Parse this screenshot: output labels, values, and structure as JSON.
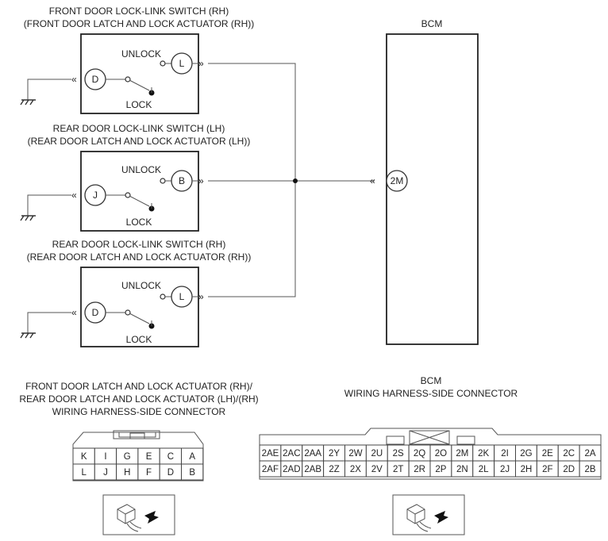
{
  "modules": [
    {
      "title1": "FRONT DOOR LOCK-LINK SWITCH (RH)",
      "title2": "(FRONT DOOR LATCH AND LOCK ACTUATOR (RH))",
      "left_pin": "D",
      "right_pin": "L",
      "unlock": "UNLOCK",
      "lock": "LOCK"
    },
    {
      "title1": "REAR DOOR LOCK-LINK SWITCH (LH)",
      "title2": "(REAR DOOR LATCH AND LOCK ACTUATOR (LH))",
      "left_pin": "J",
      "right_pin": "B",
      "unlock": "UNLOCK",
      "lock": "LOCK"
    },
    {
      "title1": "REAR DOOR LOCK-LINK SWITCH (RH)",
      "title2": "(REAR DOOR LATCH AND LOCK ACTUATOR (RH))",
      "left_pin": "D",
      "right_pin": "L",
      "unlock": "UNLOCK",
      "lock": "LOCK"
    }
  ],
  "bcm": {
    "label": "BCM",
    "pin": "2M"
  },
  "actuator_connector": {
    "title1": "FRONT DOOR LATCH AND LOCK ACTUATOR (RH)/",
    "title2": "REAR DOOR LATCH AND LOCK ACTUATOR (LH)/(RH)",
    "title3": "WIRING HARNESS-SIDE CONNECTOR",
    "row1": [
      "K",
      "I",
      "G",
      "E",
      "C",
      "A"
    ],
    "row2": [
      "L",
      "J",
      "H",
      "F",
      "D",
      "B"
    ]
  },
  "bcm_connector": {
    "title1": "BCM",
    "title2": "WIRING HARNESS-SIDE CONNECTOR",
    "row1": [
      "2AE",
      "2AC",
      "2AA",
      "2Y",
      "2W",
      "2U",
      "2S",
      "2Q",
      "2O",
      "2M",
      "2K",
      "2I",
      "2G",
      "2E",
      "2C",
      "2A"
    ],
    "row2": [
      "2AF",
      "2AD",
      "2AB",
      "2Z",
      "2X",
      "2V",
      "2T",
      "2R",
      "2P",
      "2N",
      "2L",
      "2J",
      "2H",
      "2F",
      "2D",
      "2B"
    ]
  }
}
